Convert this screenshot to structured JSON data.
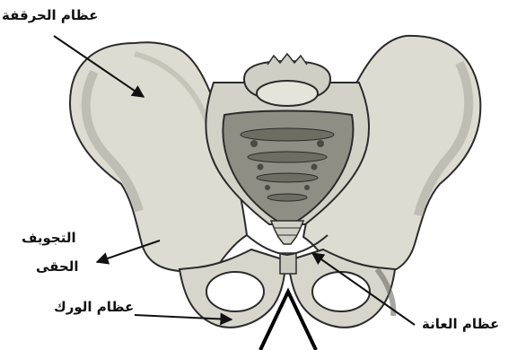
{
  "labels": {
    "ilium": "عظام الحرقفة",
    "acetabulum_line1": "التجويف",
    "acetabulum_line2": "الحقى",
    "ischium": "عظام الورك",
    "pubis": "عظام العانة"
  },
  "colors": {
    "bone": "#dcdcd2",
    "bone_shade": "#b6b6aa",
    "bone_dark": "#8e8e84",
    "outline": "#2b2b2b",
    "arrow": "#111111"
  }
}
